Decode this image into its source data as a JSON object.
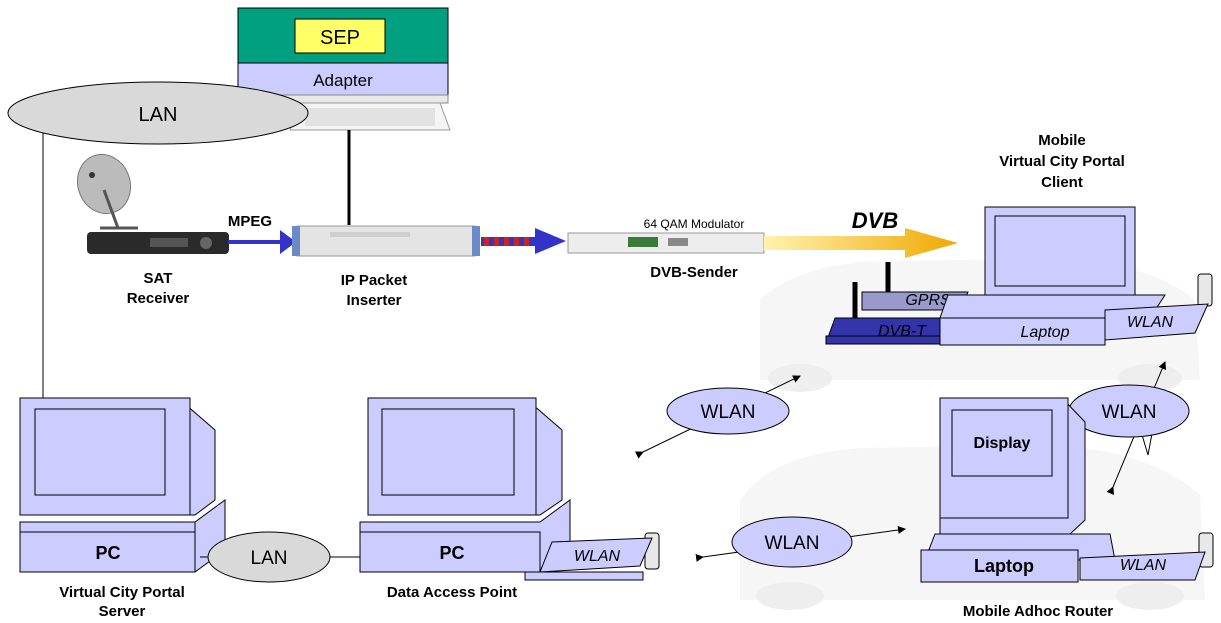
{
  "labels": {
    "sep": "SEP",
    "adapter": "Adapter",
    "lan_top": "LAN",
    "mpeg": "MPEG",
    "sat_receiver_line1": "SAT",
    "sat_receiver_line2": "Receiver",
    "ip_inserter_line1": "IP Packet",
    "ip_inserter_line2": "Inserter",
    "modulator": "64 QAM Modulator",
    "dvb_sender": "DVB-Sender",
    "dvb_logo": "DVB",
    "mobile_client_line1": "Mobile",
    "mobile_client_line2": "Virtual City Portal",
    "mobile_client_line3": "Client",
    "gprs": "GPRS",
    "dvbt": "DVB-T",
    "laptop_client": "Laptop",
    "wlan_client_card": "WLAN",
    "wlan_bubble_center": "WLAN",
    "wlan_bubble_right": "WLAN",
    "wlan_bubble_bottom": "WLAN",
    "pc_server": "PC",
    "lan_bottom": "LAN",
    "pc_access": "PC",
    "wlan_access_card": "WLAN",
    "display": "Display",
    "laptop_router": "Laptop",
    "wlan_router_card": "WLAN",
    "server_line1": "Virtual City Portal",
    "server_line2": "Server",
    "data_access_point": "Data Access Point",
    "mobile_adhoc_router": "Mobile Adhoc Router"
  },
  "colors": {
    "monitor_fill": "#ccccff",
    "dark_blue": "#3333aa",
    "arrow_blue": "#3333cc",
    "sep_fill": "#ffff66",
    "top_green": "#00a080",
    "lan_grey": "#d9d9d9",
    "dvb_orange": "#f0b000"
  }
}
